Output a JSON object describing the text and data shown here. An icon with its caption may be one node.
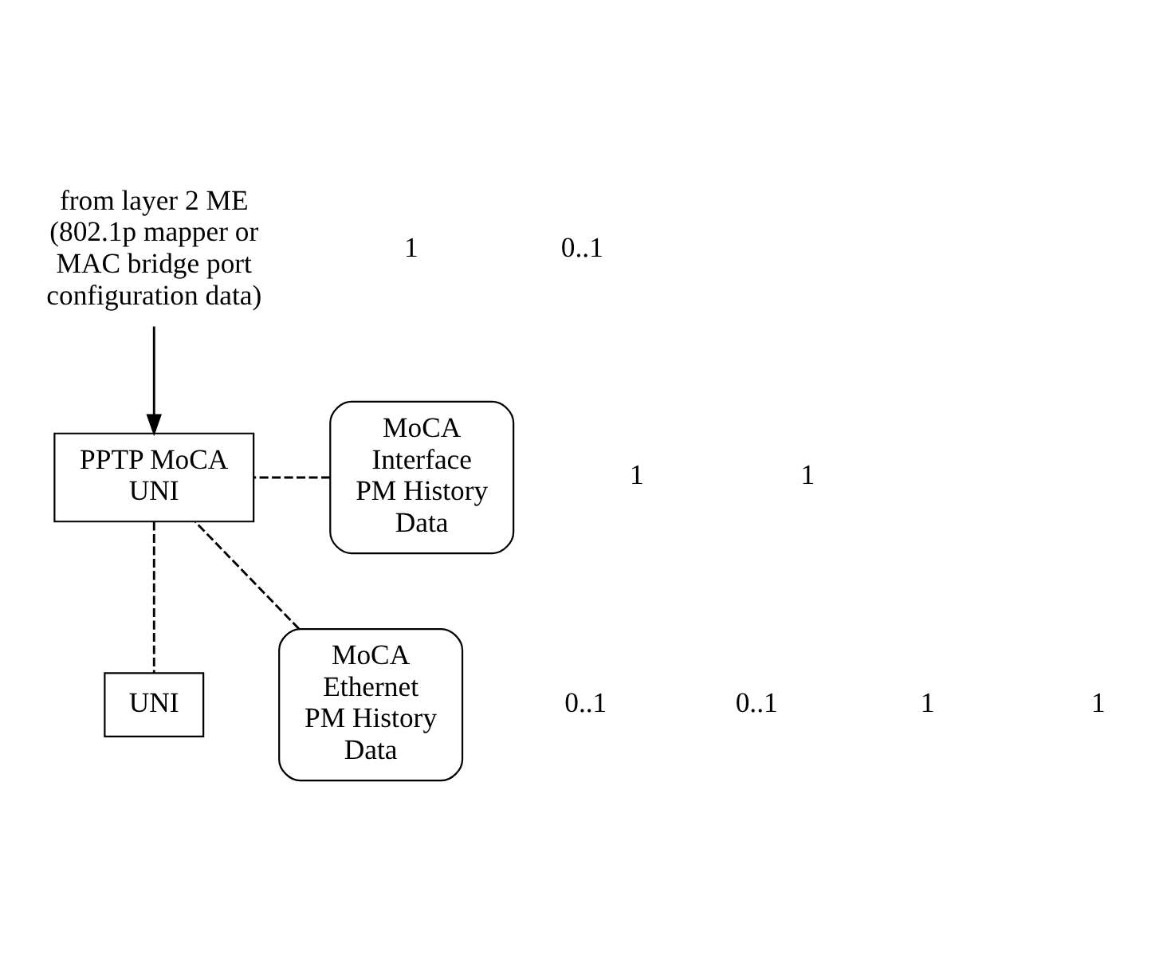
{
  "diagram": {
    "nodes": [
      {
        "text": [
          "from layer 2 ME (802.1p mapper or MAC bridge port configuration data)"
        ]
      },
      {
        "text": [
          "MoCA Interface PM History Data"
        ]
      },
      {
        "text": [
          "PPTP MoCA UNI"
        ]
      },
      {
        "text": [
          "MoCA Ethernet PM History Data"
        ]
      },
      {
        "text": [
          "UNI"
        ]
      }
    ],
    "edges": [
      {
        "from": 0,
        "to": 2,
        "arrow": "to"
      },
      {
        "from": 1,
        "to": 2,
        "arrow": "none",
        "style": "dashed"
      },
      {
        "from": 3,
        "to": 2,
        "arrow": "none",
        "style": "dashed"
      },
      {
        "from": 2,
        "to": 4,
        "arrow": "none",
        "style": "dashed"
      }
    ],
    "labels": [
      "1",
      "0..1",
      "1",
      "1",
      "0..1",
      "0..1",
      "1",
      "1"
    ]
  }
}
